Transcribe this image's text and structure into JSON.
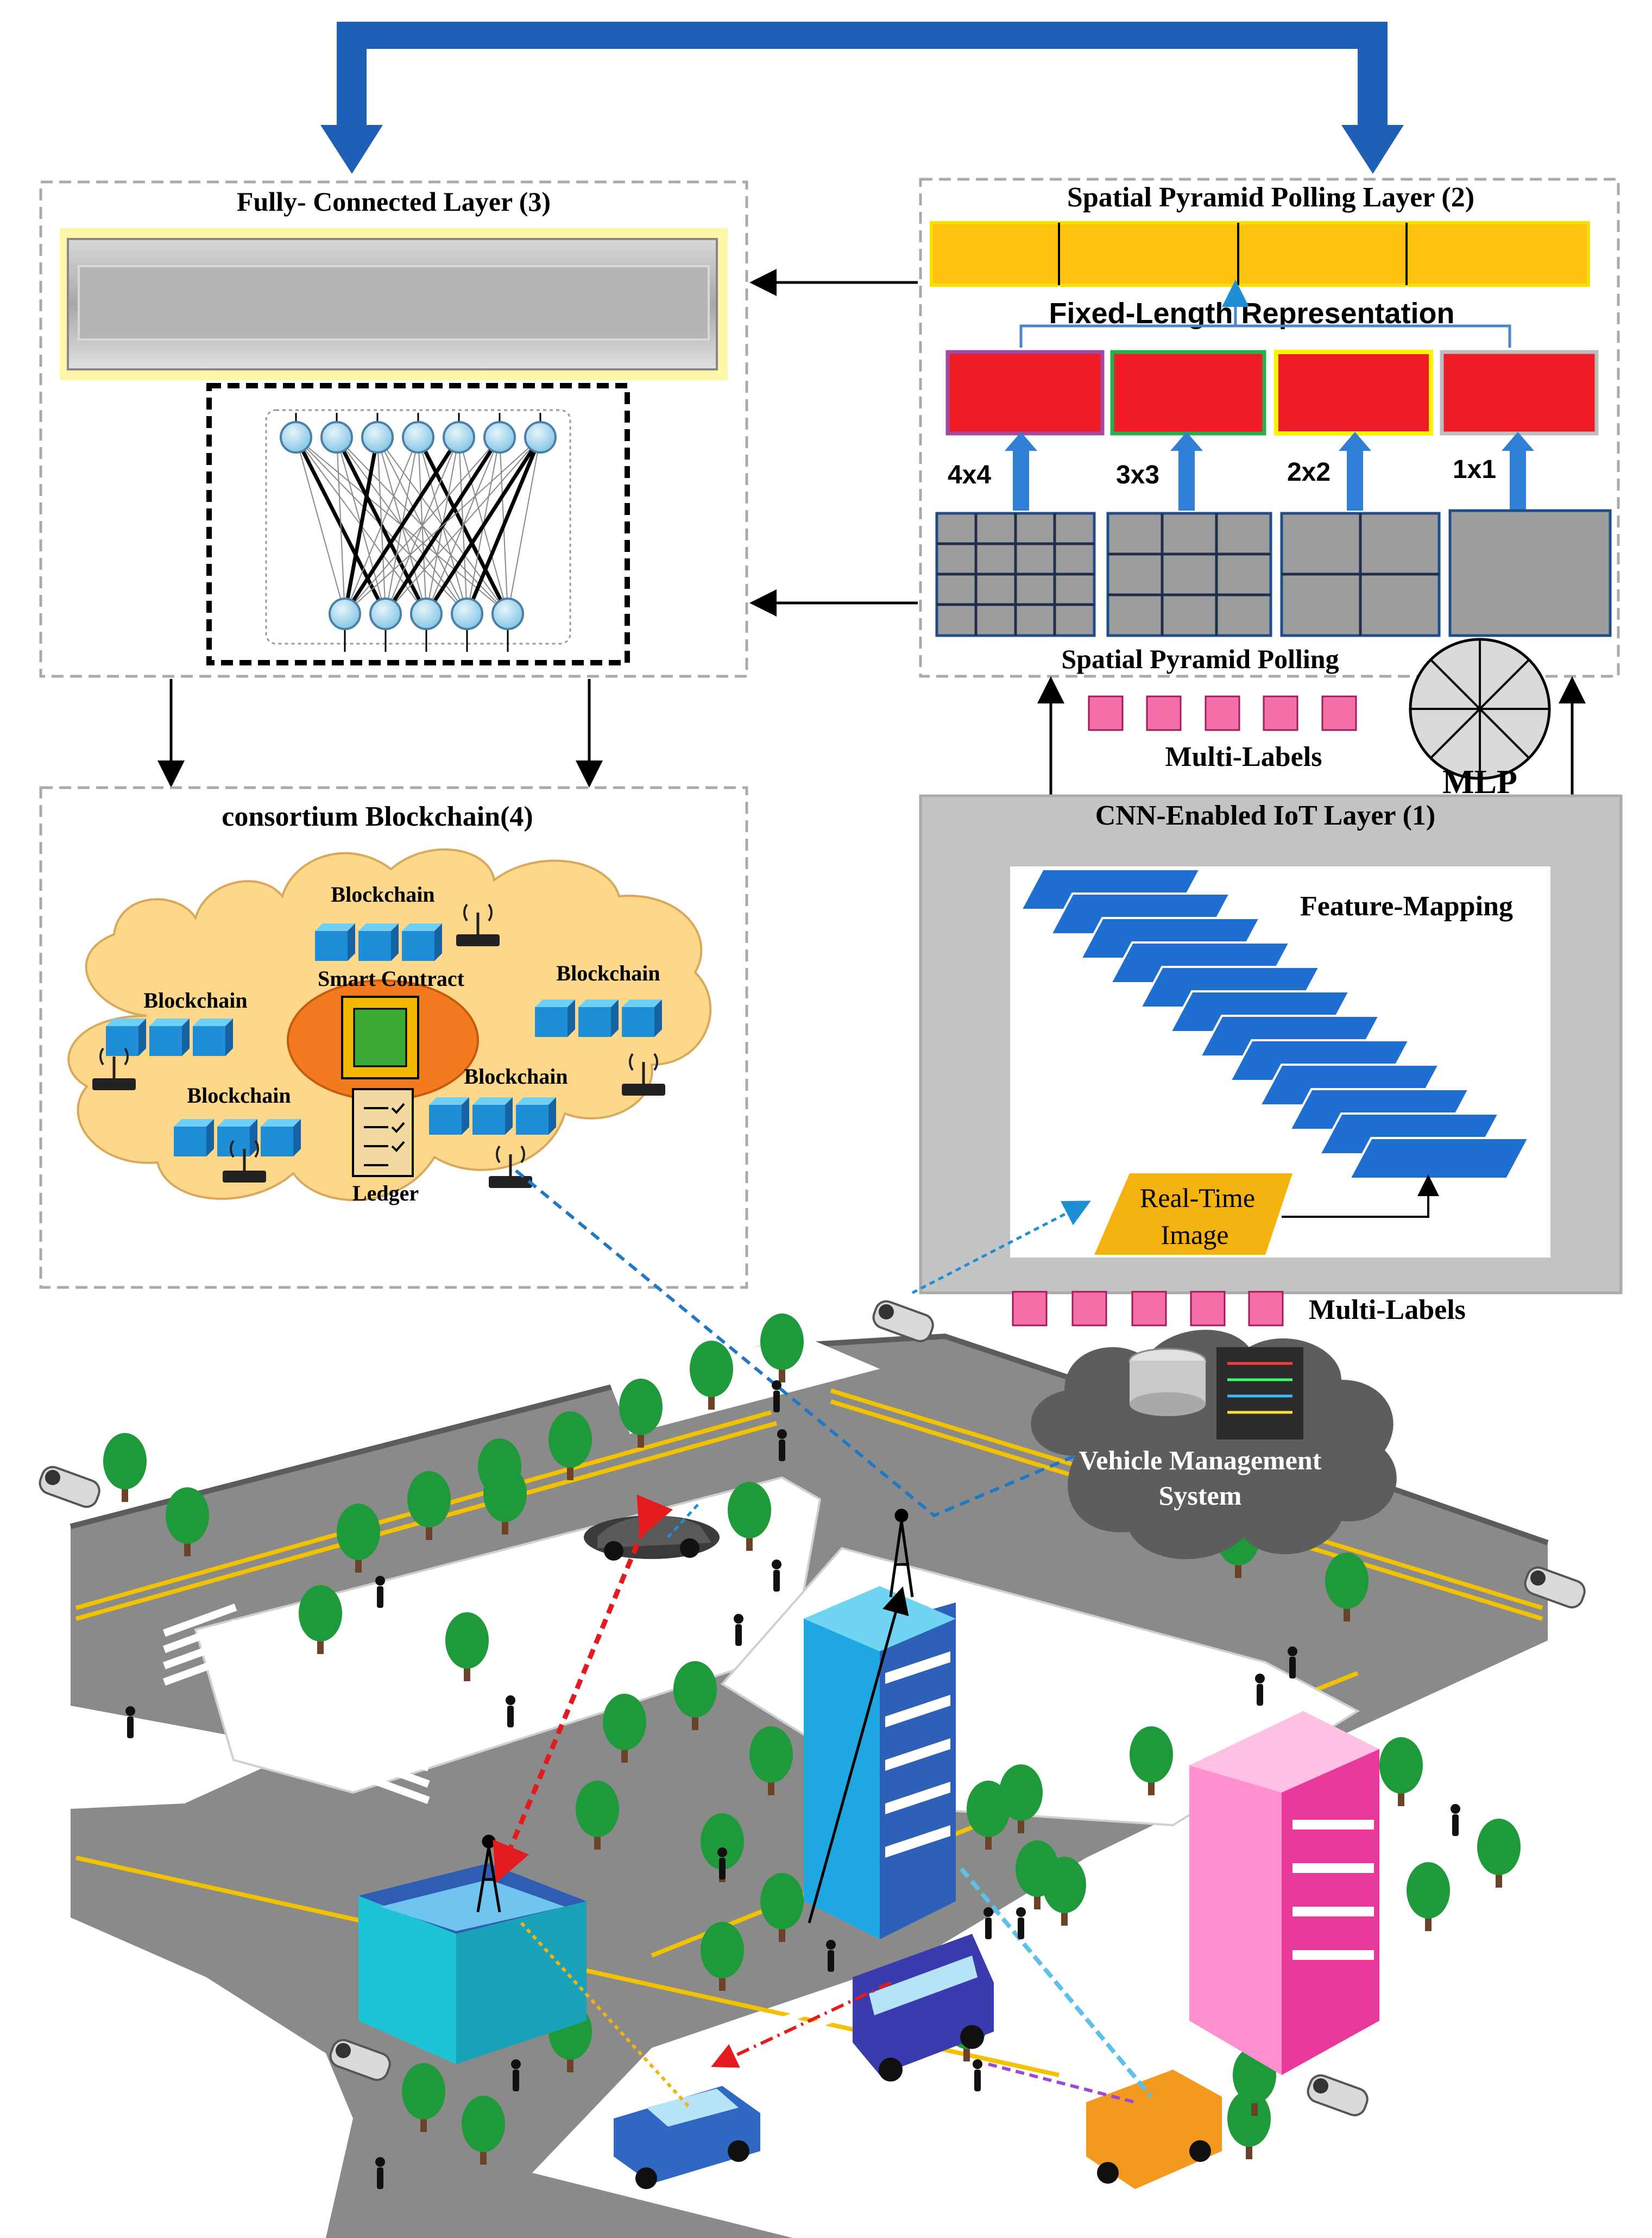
{
  "layers": {
    "fc_title": "Fully- Connected Layer (3)",
    "spp_title": "Spatial Pyramid Polling Layer (2)",
    "fixed_length": "Fixed-Length Representation",
    "spp_label": "Spatial Pyramid Polling",
    "grid_labels": [
      "4x4",
      "3x3",
      "2x2",
      "1x1"
    ],
    "multi_labels_upper": "Multi-Labels",
    "mlp": "MLP",
    "cnn_title": "CNN-Enabled IoT Layer (1)",
    "feature_mapping": "Feature-Mapping",
    "real_time_line1": "Real-Time",
    "real_time_line2": "Image",
    "multi_labels_lower": "Multi-Labels",
    "blockchain_title": "consortium Blockchain(4)"
  },
  "blockchain": {
    "nodes": [
      "Blockchain",
      "Blockchain",
      "Blockchain",
      "Blockchain",
      "Blockchain"
    ],
    "smart_contract": "Smart Contract",
    "ledger": "Ledger"
  },
  "vms": {
    "line1": "Vehicle Management",
    "line2": "System"
  },
  "colors": {
    "arrow_blue": "#1f5fb5",
    "spp_bar": "#ffc20e",
    "red_block": "#ee1c24",
    "cloud": "#fdd78a",
    "feature_block": "#1f6fd1",
    "road": "#7a7a7a",
    "tree": "#1f9a3a",
    "pink_square": "#f46fa8"
  }
}
